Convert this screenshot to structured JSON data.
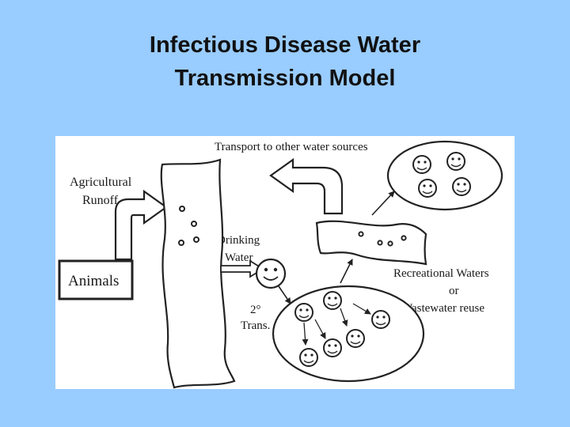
{
  "slide": {
    "title_line1": "Infectious Disease Water",
    "title_line2": "Transmission Model"
  },
  "diagram": {
    "labels": {
      "transport": "Transport to other water sources",
      "agricultural": "Agricultural",
      "runoff": "Runoff",
      "animals": "Animals",
      "drinking": "Drinking",
      "water": "Water",
      "recreational": "Recreational Waters",
      "or": "or",
      "wastewater": "Wastewater reuse",
      "secondary": "2°",
      "trans": "Trans."
    }
  }
}
